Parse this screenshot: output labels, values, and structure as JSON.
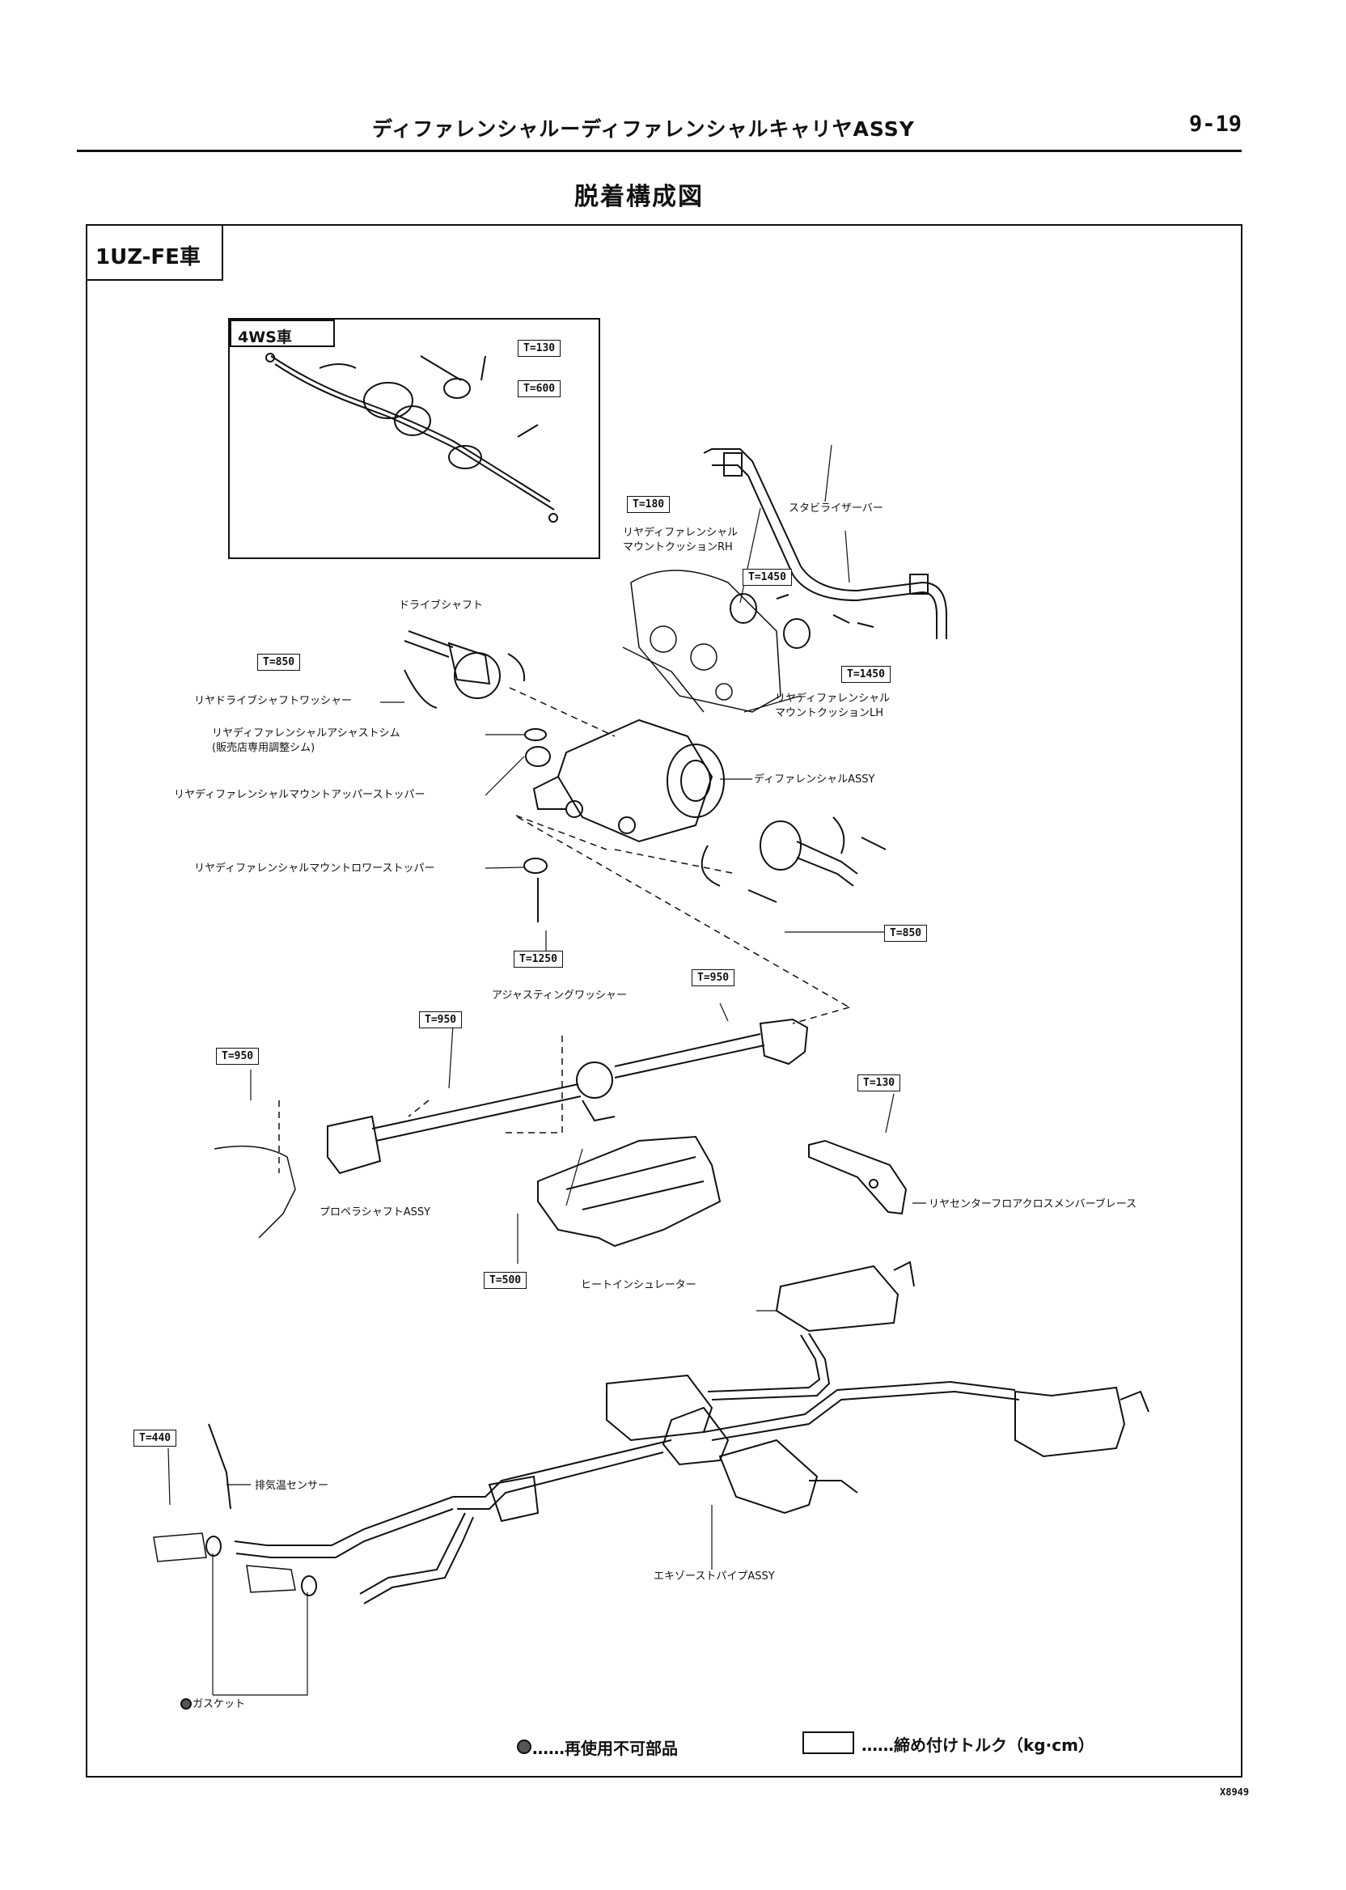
{
  "header": {
    "title": "ディファレンシャルーディファレンシャルキャリヤASSY",
    "page_number": "9-19"
  },
  "diagram_title": "脱着構成図",
  "engine_label": "1UZ-FE車",
  "inset_label": "4WS車",
  "torque_values": {
    "t130_inset": "T=130",
    "t600_inset": "T=600",
    "t180": "T=180",
    "t1450_a": "T=1450",
    "t1450_b": "T=1450",
    "t850_left": "T=850",
    "t850_right": "T=850",
    "t1250": "T=1250",
    "t950_top": "T=950",
    "t950_mid": "T=950",
    "t950_left": "T=950",
    "t130": "T=130",
    "t500": "T=500",
    "t440": "T=440"
  },
  "labels": {
    "stabilizer_bar": "スタビライザーバー",
    "mount_cushion_rh": "リヤディファレンシャル\nマウントクッションRH",
    "mount_cushion_lh": "リヤディファレンシャル\nマウントクッションLH",
    "drive_shaft": "ドライブシャフト",
    "drive_shaft_washer": "リヤドライブシャフトワッシャー",
    "side_shim": "リヤディファレンシャルアシャストシム\n(販売店専用調整シム)",
    "upper_stopper": "リヤディファレンシャルマウントアッパーストッパー",
    "differential_assy": "ディファレンシャルASSY",
    "lower_stopper": "リヤディファレンシャルマウントロワーストッパー",
    "adjusting_washer": "アジャスティングワッシャー",
    "propeller_shaft": "プロペラシャフトASSY",
    "heat_insulator": "ヒートインシュレーター",
    "cross_member_brace": "リヤセンターフロアクロスメンバーブレース",
    "exhaust_sensor": "排気温センサー",
    "exhaust_pipe": "エキゾーストパイプASSY",
    "gasket": "ガスケット"
  },
  "legend": {
    "non_reusable": "……再使用不可部品",
    "torque": "……締め付けトルク（kg·cm）"
  },
  "figure_code": "X8949"
}
